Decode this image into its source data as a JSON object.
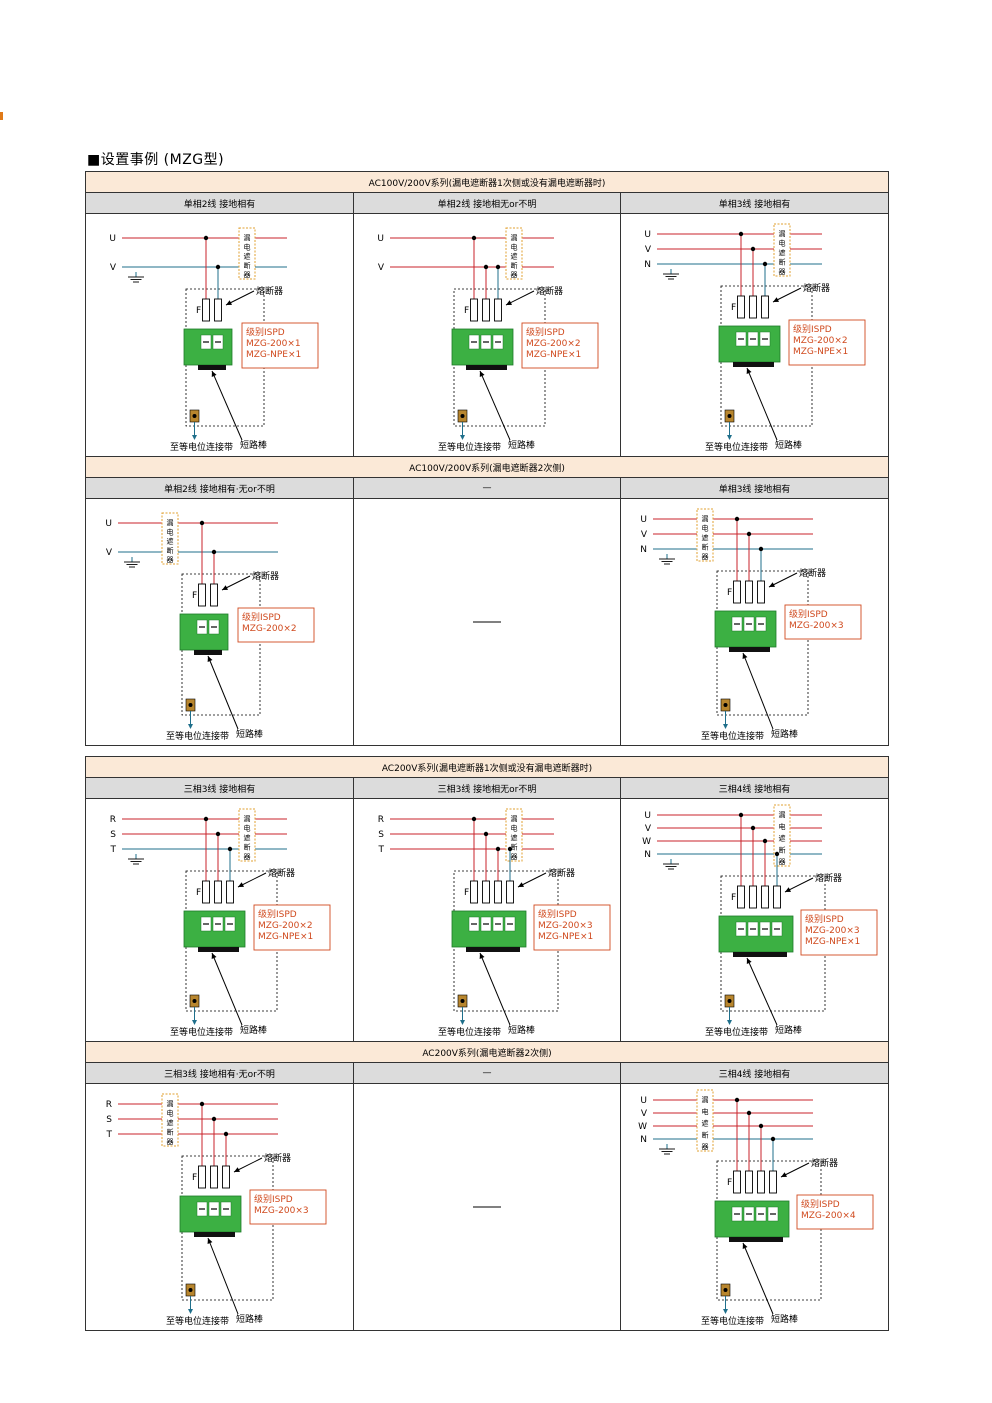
{
  "heading": "■设置事例 (MZG型)",
  "labels": {
    "fuse": "熔断器",
    "F": "F",
    "short_bar": "短路棒",
    "equipotential": "至等电位连接带",
    "breaker": "漏电遮断器",
    "rating_prefix": "级别ISPD",
    "dash": "—"
  },
  "colors": {
    "phase": "#c9232b",
    "neutral": "#1f6f8b",
    "spd_green": "#3cb043",
    "ispd_text": "#d04a1e",
    "section_bg": "#fbe9d7",
    "column_bg": "#dcdcdc",
    "breaker_border": "#e0a030"
  },
  "tables": [
    {
      "sections": [
        {
          "title": "AC100V/200V系列(漏电遮断器1次侧或没有漏电遮断器时)",
          "columns": [
            "单相2线 接地相有",
            "单相2线 接地相无or不明",
            "单相3线 接地相有"
          ],
          "diagrams": [
            {
              "lines": [
                "U",
                "V"
              ],
              "breaker_side": "right",
              "spd": [
                "级别ISPD",
                "MZG-200×1",
                "MZG-NPE×1"
              ]
            },
            {
              "lines": [
                "U",
                "V"
              ],
              "breaker_side": "right",
              "spd": [
                "级别ISPD",
                "MZG-200×2",
                "MZG-NPE×1"
              ]
            },
            {
              "lines": [
                "U",
                "V",
                "N"
              ],
              "breaker_side": "right",
              "spd": [
                "级别ISPD",
                "MZG-200×2",
                "MZG-NPE×1"
              ]
            }
          ]
        },
        {
          "title": "AC100V/200V系列(漏电遮断器2次侧)",
          "columns": [
            "单相2线 接地相有·无or不明",
            "—",
            "单相3线 接地相有"
          ],
          "diagrams": [
            {
              "lines": [
                "U",
                "V"
              ],
              "breaker_side": "left",
              "spd": [
                "级别ISPD",
                "MZG-200×2"
              ]
            },
            null,
            {
              "lines": [
                "U",
                "V",
                "N"
              ],
              "breaker_side": "left",
              "spd": [
                "级别ISPD",
                "MZG-200×3"
              ]
            }
          ]
        }
      ]
    },
    {
      "sections": [
        {
          "title": "AC200V系列(漏电遮断器1次侧或没有漏电遮断器时)",
          "columns": [
            "三相3线 接地相有",
            "三相3线 接地相无or不明",
            "三相4线 接地相有"
          ],
          "diagrams": [
            {
              "lines": [
                "R",
                "S",
                "T"
              ],
              "breaker_side": "right",
              "spd": [
                "级别ISPD",
                "MZG-200×2",
                "MZG-NPE×1"
              ]
            },
            {
              "lines": [
                "R",
                "S",
                "T"
              ],
              "breaker_side": "right",
              "spd": [
                "级别ISPD",
                "MZG-200×3",
                "MZG-NPE×1"
              ]
            },
            {
              "lines": [
                "U",
                "V",
                "W",
                "N"
              ],
              "breaker_side": "right",
              "spd": [
                "级别ISPD",
                "MZG-200×3",
                "MZG-NPE×1"
              ]
            }
          ]
        },
        {
          "title": "AC200V系列(漏电遮断器2次侧)",
          "columns": [
            "三相3线 接地相有·无or不明",
            "—",
            "三相4线 接地相有"
          ],
          "diagrams": [
            {
              "lines": [
                "R",
                "S",
                "T"
              ],
              "breaker_side": "left",
              "spd": [
                "级别ISPD",
                "MZG-200×3"
              ]
            },
            null,
            {
              "lines": [
                "U",
                "V",
                "W",
                "N"
              ],
              "breaker_side": "left",
              "spd": [
                "级别ISPD",
                "MZG-200×4"
              ]
            }
          ]
        }
      ]
    }
  ]
}
